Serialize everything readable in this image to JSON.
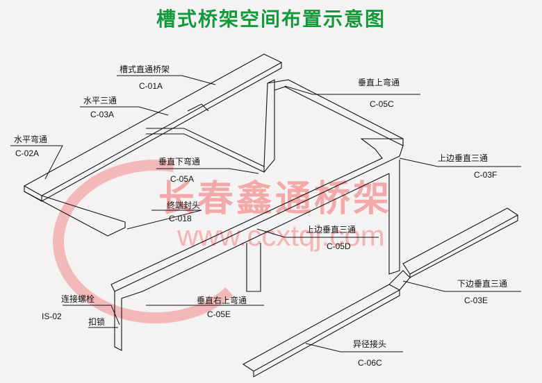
{
  "title": "槽式桥架空间布置示意图",
  "watermark": {
    "name": "长春鑫通桥架",
    "url": "www.ccxtqj.com",
    "color": "#f05050"
  },
  "title_color": "#109a3a",
  "parts": [
    {
      "name": "槽式直通桥架",
      "code": "C-01A"
    },
    {
      "name": "水平三通",
      "code": "C-03A"
    },
    {
      "name": "水平弯通",
      "code": "C-02A"
    },
    {
      "name": "垂直下弯通",
      "code": "C-05A"
    },
    {
      "name": "终端封头",
      "code": "C-018"
    },
    {
      "name": "连接螺栓",
      "code": "IS-02"
    },
    {
      "name": "扣锁",
      "code": ""
    },
    {
      "name": "垂直右上弯通",
      "code": "C-05E"
    },
    {
      "name": "垂直上弯通",
      "code": "C-05C"
    },
    {
      "name": "上边垂直三通",
      "code": "C-03F"
    },
    {
      "name": "上边垂直三通",
      "code": "C-05D"
    },
    {
      "name": "下边垂直三通",
      "code": "C-03E"
    },
    {
      "name": "异径接头",
      "code": "C-06C"
    }
  ]
}
